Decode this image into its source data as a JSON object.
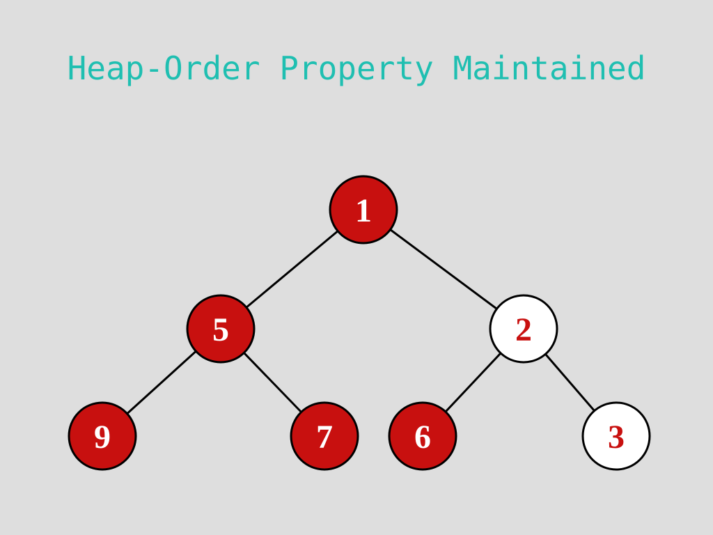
{
  "title": "Heap-Order Property Maintained",
  "colors": {
    "red_fill": "#c8100f",
    "white_fill": "#ffffff",
    "red_text": "#c8100f",
    "white_text": "#ffffff",
    "edge": "#000000",
    "title": "#1fbfb1"
  },
  "heap": {
    "nodes": [
      {
        "id": "n1",
        "value": "1",
        "style": "red"
      },
      {
        "id": "n5",
        "value": "5",
        "style": "red"
      },
      {
        "id": "n2",
        "value": "2",
        "style": "white"
      },
      {
        "id": "n9",
        "value": "9",
        "style": "red"
      },
      {
        "id": "n7",
        "value": "7",
        "style": "red"
      },
      {
        "id": "n6",
        "value": "6",
        "style": "red"
      },
      {
        "id": "n3",
        "value": "3",
        "style": "white"
      }
    ],
    "edges": [
      {
        "from": "n1",
        "to": "n5"
      },
      {
        "from": "n1",
        "to": "n2"
      },
      {
        "from": "n5",
        "to": "n9"
      },
      {
        "from": "n5",
        "to": "n7"
      },
      {
        "from": "n2",
        "to": "n6"
      },
      {
        "from": "n2",
        "to": "n3"
      }
    ]
  }
}
